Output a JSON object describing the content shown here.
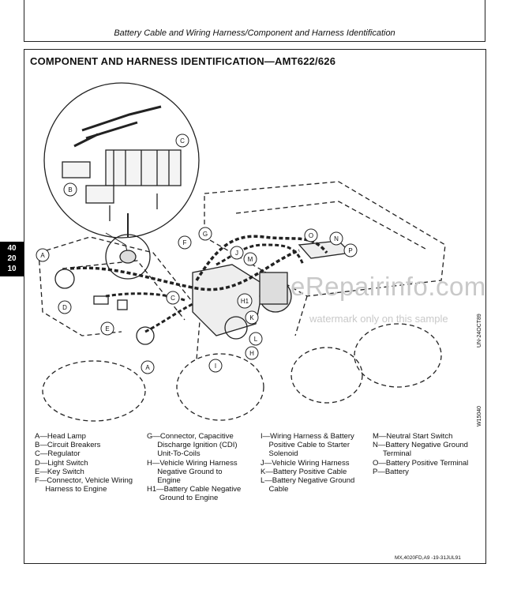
{
  "page_header": "Battery Cable and Wiring Harness/Component and Harness Identification",
  "side_tab": [
    "40",
    "20",
    "10"
  ],
  "section_title": "COMPONENT AND HARNESS IDENTIFICATION—AMT622/626",
  "callouts": [
    "A",
    "B",
    "C",
    "D",
    "E",
    "F",
    "G",
    "H",
    "H1",
    "I",
    "J",
    "K",
    "L",
    "M",
    "N",
    "O",
    "P"
  ],
  "watermark": {
    "main": "eRepairinfo.com",
    "sub": "watermark only on this sample"
  },
  "figure_codes": {
    "vertical_1": "UN-24OCT89",
    "vertical_2": "W15040"
  },
  "legend_columns": [
    [
      "A—Head Lamp",
      "B—Circuit Breakers",
      "C—Regulator",
      "D—Light Switch",
      "E—Key Switch",
      "F—Connector, Vehicle Wiring",
      "     Harness to Engine"
    ],
    [
      "G—Connector, Capacitive",
      "     Discharge Ignition (CDI)",
      "     Unit-To-Coils",
      "H—Vehicle Wiring Harness",
      "     Negative Ground to",
      "     Engine",
      "H1—Battery Cable Negative",
      "      Ground to Engine"
    ],
    [
      "I—Wiring Harness & Battery",
      "    Positive Cable to Starter",
      "    Solenoid",
      "J—Vehicle Wiring Harness",
      "K—Battery Positive Cable",
      "L—Battery Negative Ground",
      "    Cable"
    ],
    [
      "M—Neutral Start Switch",
      "N—Battery Negative Ground",
      "     Terminal",
      "O—Battery Positive Terminal",
      "P—Battery"
    ]
  ],
  "footer_code": "MX,4020FD,A9   -19-31JUL91"
}
